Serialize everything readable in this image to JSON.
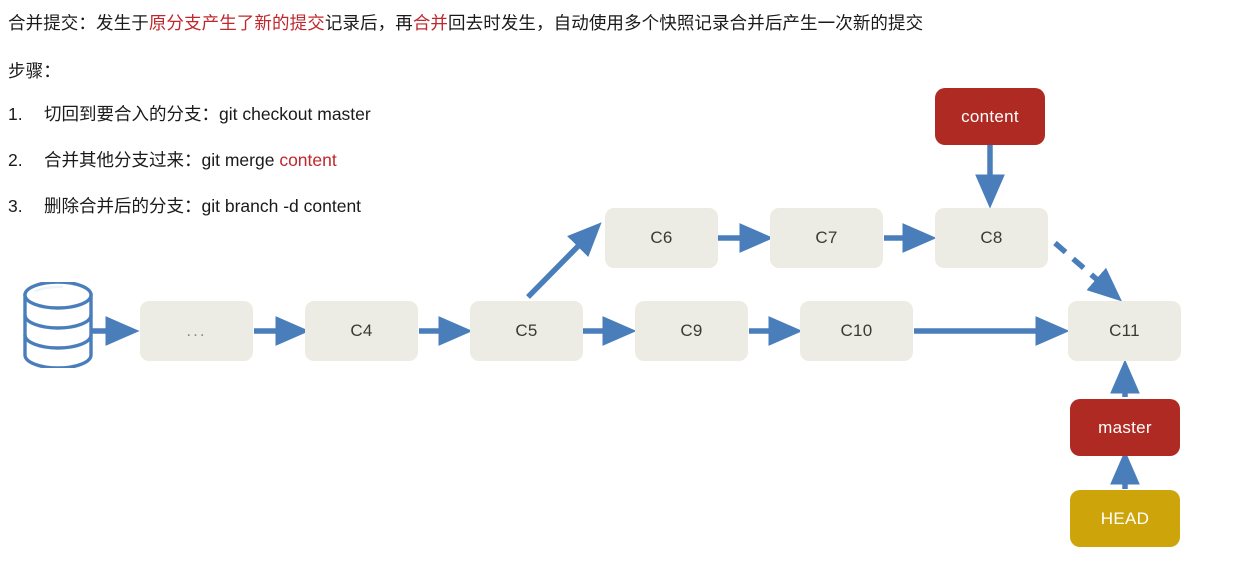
{
  "document": {
    "lead_paragraph": {
      "segments": [
        {
          "text": "合并提交：发生于",
          "color": "black"
        },
        {
          "text": "原分支产生了",
          "color": "red"
        },
        {
          "text": "新的提交",
          "color": "red"
        },
        {
          "text": "记录后，再",
          "color": "black"
        },
        {
          "text": "合并",
          "color": "red"
        },
        {
          "text": "回去时发生，自动使用多个快照记录合并后产生一次新的提交",
          "color": "black"
        }
      ],
      "plain": "合并提交：发生于原分支产生了新的提交记录后，再合并回去时发生，自动使用多个快照记录合并后产生一次新的提交"
    },
    "steps_heading": "步骤：",
    "steps": [
      {
        "number": "1.",
        "label": "切回到要合入的分支：",
        "command": "git checkout master",
        "command_highlight": "",
        "highlight_color": "none"
      },
      {
        "number": "2.",
        "label": "合并其他分支过来：",
        "command": "git merge ",
        "command_highlight": "content",
        "highlight_color": "red"
      },
      {
        "number": "3.",
        "label": "删除合并后的分支：",
        "command": "git branch -d content",
        "command_highlight": "",
        "highlight_color": "none"
      }
    ]
  },
  "diagram": {
    "title": "git merge commit graph",
    "repository_icon": "database-cylinder-icon",
    "nodes": {
      "ellipsis": "...",
      "c4": "C4",
      "c5": "C5",
      "c6": "C6",
      "c7": "C7",
      "c8": "C8",
      "c9": "C9",
      "c10": "C10",
      "c11": "C11",
      "content_branch": "content",
      "master_branch": "master",
      "head_pointer": "HEAD"
    },
    "edges": [
      {
        "from": "repository",
        "to": "ellipsis",
        "style": "solid"
      },
      {
        "from": "ellipsis",
        "to": "c4",
        "style": "solid"
      },
      {
        "from": "c4",
        "to": "c5",
        "style": "solid"
      },
      {
        "from": "c5",
        "to": "c6",
        "style": "solid-diagonal"
      },
      {
        "from": "c6",
        "to": "c7",
        "style": "solid"
      },
      {
        "from": "c7",
        "to": "c8",
        "style": "solid"
      },
      {
        "from": "c8",
        "to": "c11",
        "style": "dashed-diagonal"
      },
      {
        "from": "c5",
        "to": "c9",
        "style": "solid"
      },
      {
        "from": "c9",
        "to": "c10",
        "style": "solid"
      },
      {
        "from": "c10",
        "to": "c11",
        "style": "solid-long"
      },
      {
        "from": "content_branch",
        "to": "c8",
        "style": "solid-vertical"
      },
      {
        "from": "master_branch",
        "to": "c11",
        "style": "solid-vertical"
      },
      {
        "from": "head_pointer",
        "to": "master_branch",
        "style": "solid-vertical"
      }
    ]
  },
  "colors": {
    "accent_blue": "#4a7ebb",
    "commit_node_bg": "#edece4",
    "commit_node_text": "#3a3a32",
    "branch_red": "#b02a24",
    "head_gold": "#cda50b",
    "text_red": "#c0272d",
    "text_black": "#1a1a1a",
    "page_bg": "#ffffff"
  }
}
